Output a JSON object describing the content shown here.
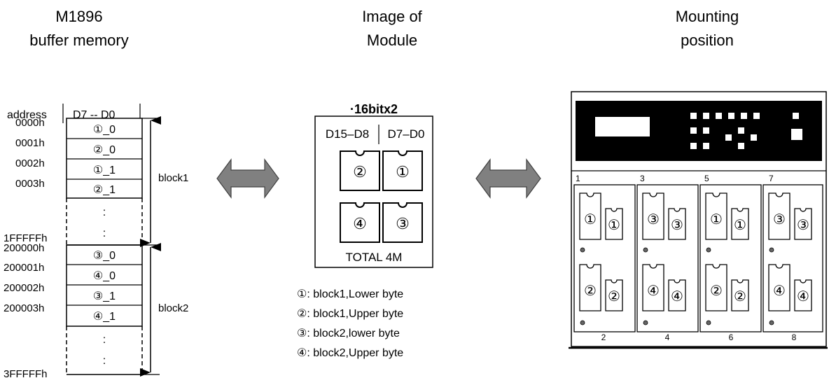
{
  "headings": {
    "left_line1": "M1896",
    "left_line2": "buffer memory",
    "center_line1": "Image of",
    "center_line2": "Module",
    "right_line1": "Mounting",
    "right_line2": "position"
  },
  "memory_map": {
    "header_address": "address",
    "header_bits": "D7 -- D0",
    "block1_addresses": [
      "0000h",
      "0001h",
      "0002h",
      "0003h"
    ],
    "block1_end": "1FFFFFh",
    "block2_addresses": [
      "200000h",
      "200001h",
      "200002h",
      "200003h"
    ],
    "block2_end": "3FFFFFh",
    "block1_cells": [
      "①_0",
      "②_0",
      "①_1",
      "②_1"
    ],
    "block2_cells": [
      "③_0",
      "④_0",
      "③_1",
      "④_1"
    ],
    "block1_label": "block1",
    "block2_label": "block2",
    "ellipsis": ":"
  },
  "module": {
    "title": "·16bitx2",
    "col_left": "D15–D8",
    "col_right": "D7–D0",
    "chips": [
      "②",
      "①",
      "④",
      "③"
    ],
    "total": "TOTAL 4M"
  },
  "legend": [
    "①: block1,Lower byte",
    "②: block1,Upper byte",
    "③: block2,lower byte",
    "④: block2,Upper byte"
  ],
  "mounting": {
    "top_numbers": [
      "1",
      "3",
      "5",
      "7"
    ],
    "bottom_numbers": [
      "2",
      "4",
      "6",
      "8"
    ],
    "slots": [
      {
        "upper": [
          "①",
          "①"
        ],
        "lower": [
          "②",
          "②"
        ]
      },
      {
        "upper": [
          "③",
          "③"
        ],
        "lower": [
          "④",
          "④"
        ]
      },
      {
        "upper": [
          "①",
          "①"
        ],
        "lower": [
          "②",
          "②"
        ]
      },
      {
        "upper": [
          "③",
          "③"
        ],
        "lower": [
          "④",
          "④"
        ]
      }
    ]
  },
  "colors": {
    "arrow_fill": "#808080",
    "panel_fill": "#000000"
  }
}
